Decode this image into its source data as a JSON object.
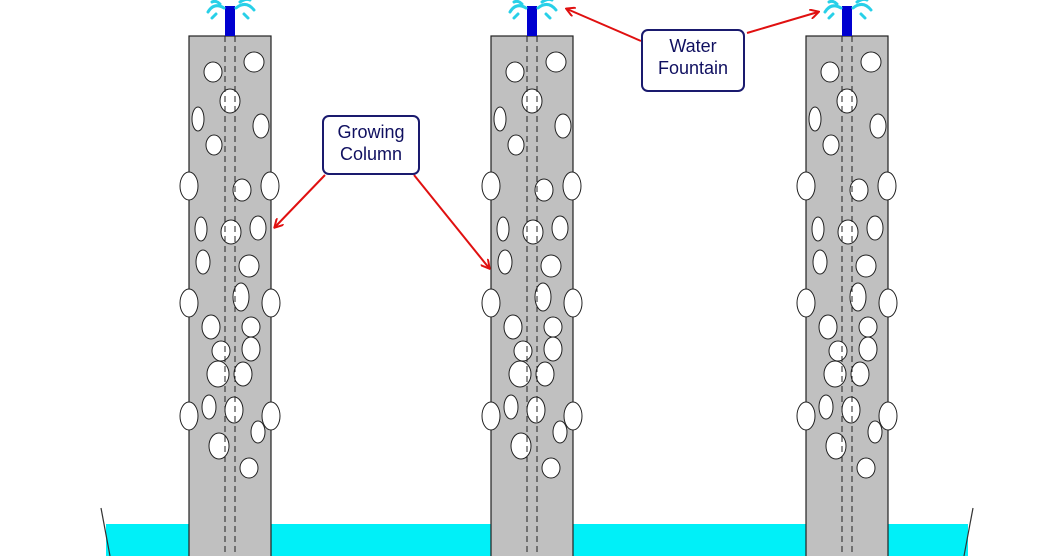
{
  "colors": {
    "column_fill": "#c0c0c0",
    "column_stroke": "#222222",
    "water": "#00f0f8",
    "pipe": "#0000d0",
    "spray": "#28d0e8",
    "arrow": "#e01010",
    "callout_border": "#1a1a6e",
    "callout_text": "#101060"
  },
  "labels": {
    "water_fountain": {
      "line1": "Water",
      "line2": "Fountain"
    },
    "growing_column": {
      "line1": "Growing",
      "line2": "Column"
    }
  },
  "columns": [
    {
      "name": "left-column"
    },
    {
      "name": "middle-column"
    },
    {
      "name": "right-column"
    }
  ],
  "icons": [
    "growing-column-icon",
    "water-fountain-icon",
    "water-reservoir-icon",
    "pointer-arrow-icon"
  ]
}
